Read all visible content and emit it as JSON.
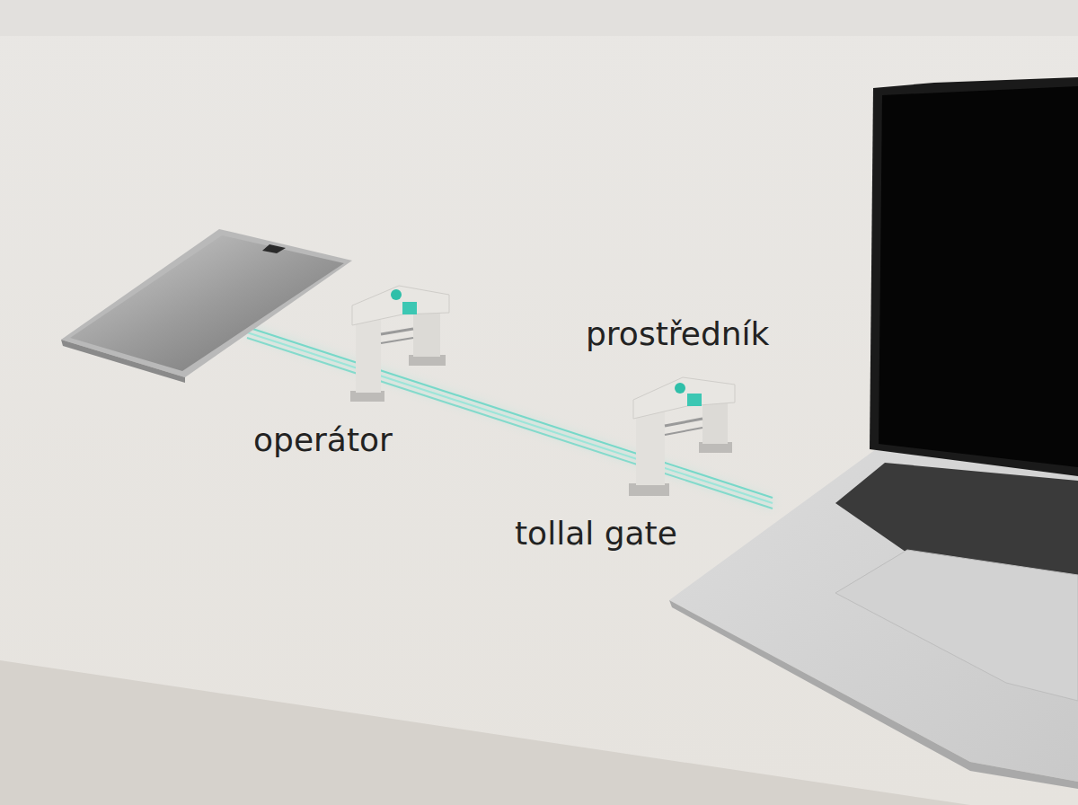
{
  "diagram": {
    "labels": [
      "prostředník",
      "operátor",
      "tollal gate"
    ]
  }
}
